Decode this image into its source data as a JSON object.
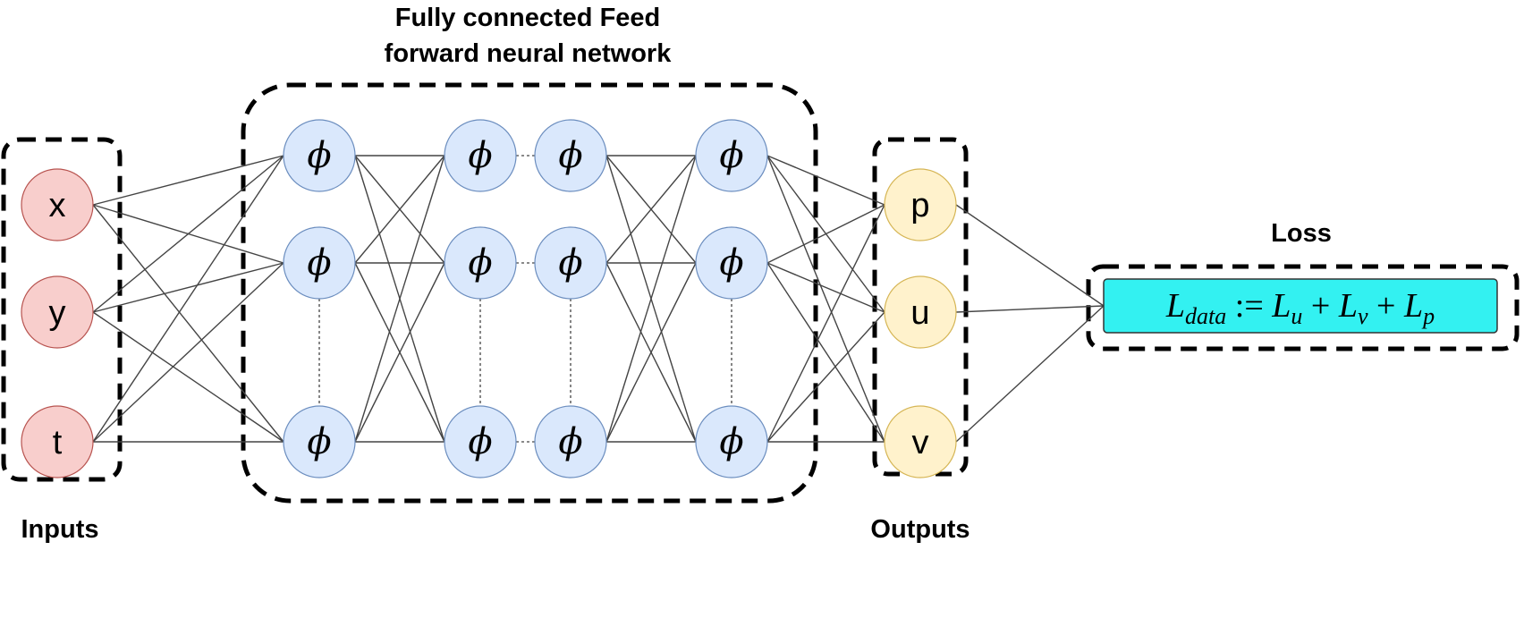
{
  "title": {
    "line1": "Fully connected Feed",
    "line2": "forward neural network"
  },
  "groups": {
    "inputs": "Inputs",
    "outputs": "Outputs",
    "loss": "Loss"
  },
  "inputs": [
    "x",
    "y",
    "t"
  ],
  "hidden_symbol": "ϕ",
  "outputs": [
    "p",
    "u",
    "v"
  ],
  "loss_formula": {
    "L": "L",
    "data": "data",
    "assign": " := ",
    "u_sub": "u",
    "v_sub": "v",
    "p_sub": "p",
    "plus": " + "
  },
  "colors": {
    "input_fill": "#f8cecc",
    "input_stroke": "#b85450",
    "hidden_fill": "#dae8fc",
    "hidden_stroke": "#6c8ebf",
    "output_fill": "#fff2cc",
    "output_stroke": "#d6b656",
    "loss_fill": "#33f1f1",
    "loss_stroke": "#333333"
  }
}
